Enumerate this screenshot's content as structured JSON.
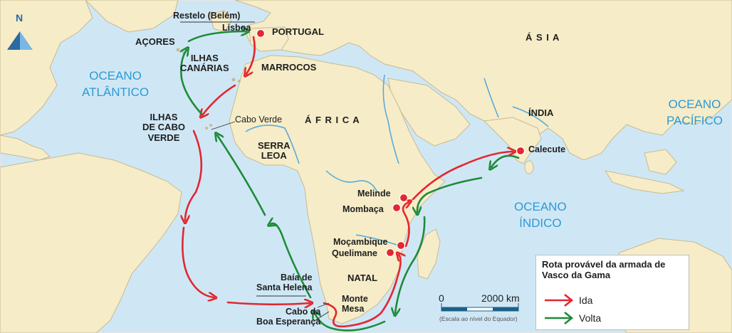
{
  "north_label": "N",
  "oceans": {
    "atlantic": [
      "OCEANO",
      "ATLÂNTICO"
    ],
    "indian": [
      "OCEANO",
      "ÍNDICO"
    ],
    "pacific": [
      "OCEANO",
      "PACÍFICO"
    ]
  },
  "regions": {
    "asia": "Á S I A",
    "africa": "Á F R I C A",
    "india": "ÍNDIA",
    "portugal": "PORTUGAL",
    "marrocos": "MARROCOS",
    "acores": "AÇORES",
    "canarias": [
      "ILHAS",
      "CANÁRIAS"
    ],
    "cabo_verde_islands": [
      "ILHAS",
      "DE CABO",
      "VERDE"
    ],
    "serra_leoa": [
      "SERRA",
      "LEOA"
    ],
    "natal": "NATAL"
  },
  "places": {
    "restelo": "Restelo (Belém)",
    "lisboa": "Lisboa",
    "cabo_verde": "Cabo Verde",
    "calecute": "Calecute",
    "melinde": "Melinde",
    "mombaca": "Mombaça",
    "mocambique": "Moçambique",
    "quelimane": "Quelimane",
    "baia_santa_helena": [
      "Baía de",
      "Santa Helena"
    ],
    "cabo_boa_esperanca": [
      "Cabo da",
      "Boa Esperança"
    ],
    "monte_mesa": [
      "Monte",
      "Mesa"
    ]
  },
  "scale": {
    "start": "0",
    "end": "2000 km",
    "note": "(Escala ao nível do Equador)"
  },
  "legend": {
    "title": "Rota provável da armada de Vasco da Gama",
    "items": [
      {
        "label": "Ida",
        "color": "#e3262f"
      },
      {
        "label": "Volta",
        "color": "#1f8b3a"
      }
    ]
  },
  "colors": {
    "sea": "#cfe7f5",
    "land": "#f6ecc8",
    "river": "#4fa8dc",
    "outbound": "#e3262f",
    "return": "#1f8b3a",
    "city_dot": "#e3262f"
  }
}
